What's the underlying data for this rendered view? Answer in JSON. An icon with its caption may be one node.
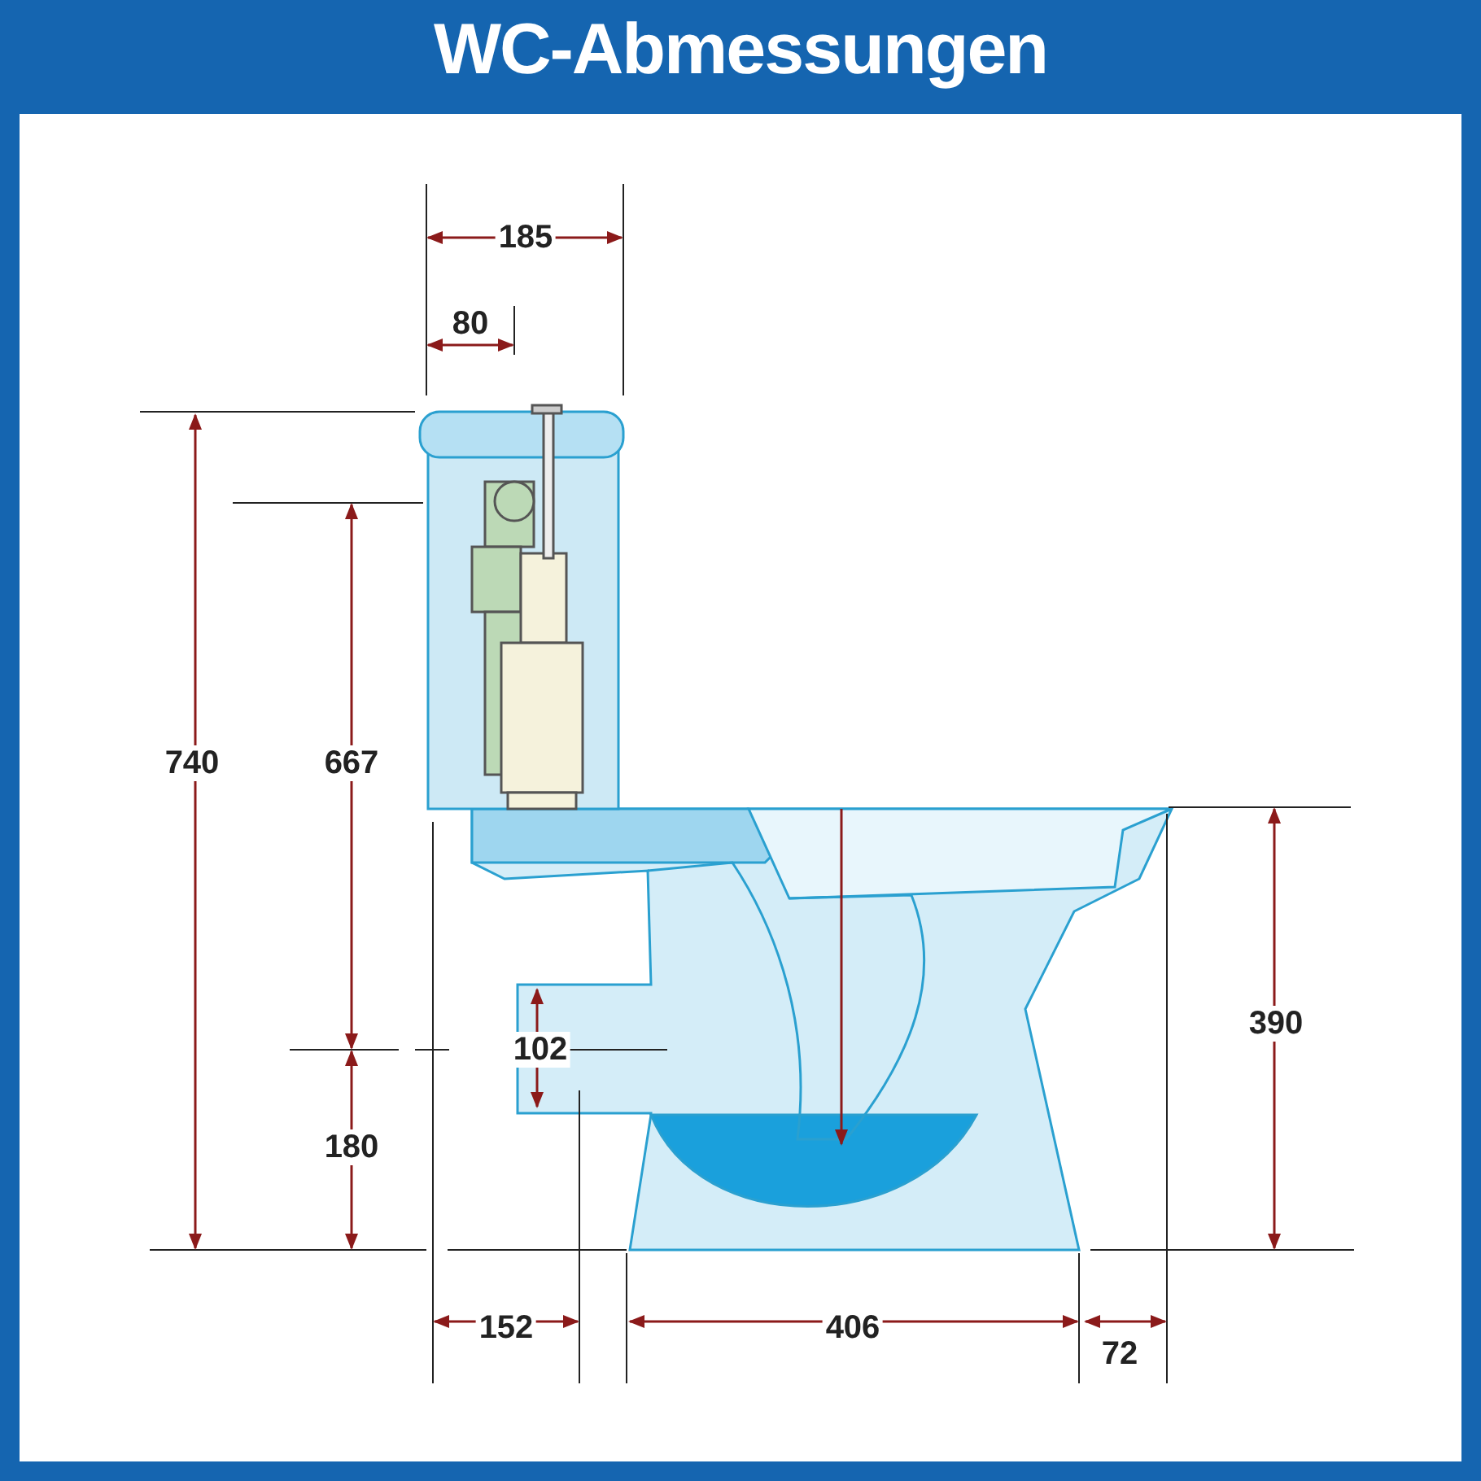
{
  "diagram": {
    "title": "WC-Abmessungen",
    "labels": [
      "185",
      "80",
      "740",
      "667",
      "390",
      "102",
      "180",
      "152",
      "406",
      "72"
    ]
  }
}
